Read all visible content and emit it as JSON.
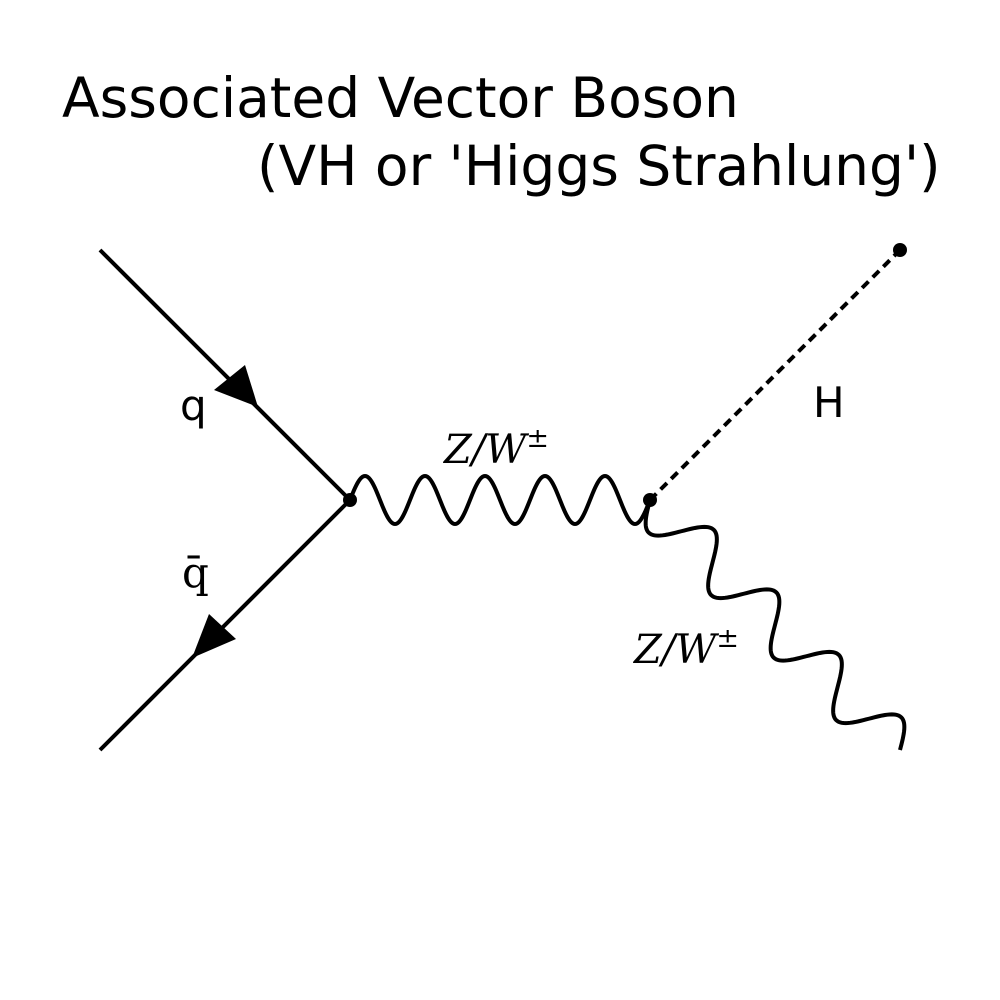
{
  "title": {
    "line1": "Associated Vector Boson",
    "line2": "(VH or 'Higgs Strahlung')"
  },
  "particles": {
    "quark": "q",
    "antiquark": "q̄",
    "higgs": "H",
    "propagator": {
      "base": "Z/W",
      "sup": "±"
    },
    "outgoing_boson": {
      "base": "Z/W",
      "sup": "±"
    }
  },
  "colors": {
    "ink": "#000000",
    "background": "#ffffff"
  }
}
